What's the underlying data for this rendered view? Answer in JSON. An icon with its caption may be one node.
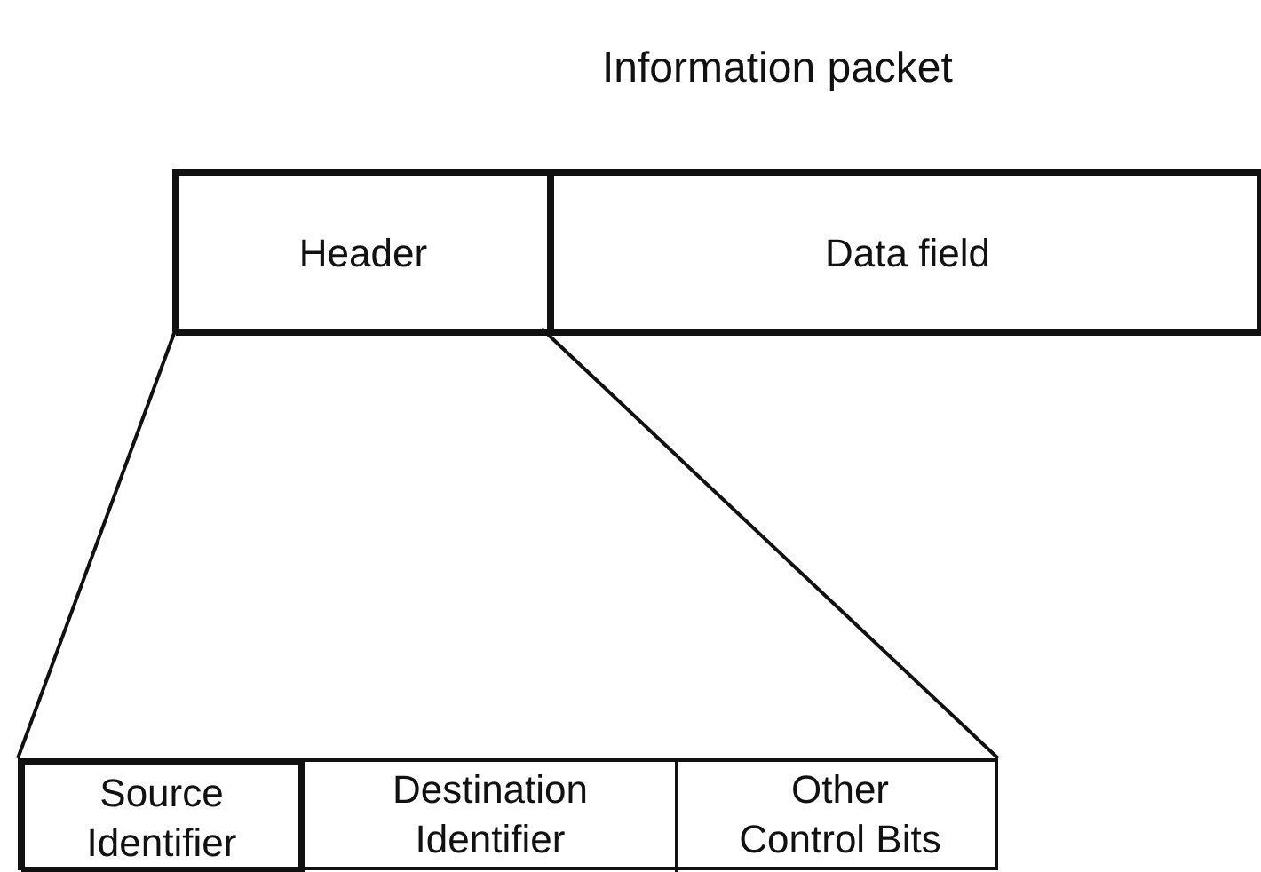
{
  "diagram": {
    "nodes": [
      {
        "text": [
          "Information packet"
        ]
      },
      {
        "text": [
          "Header"
        ],
        "in": 0
      },
      {
        "text": [
          "Data field"
        ],
        "in": 0
      },
      {
        "text": [],
        "shape": "box"
      },
      {
        "text": [
          "Source Identifier"
        ],
        "in": 3
      },
      {
        "text": [
          "Destination Identifier"
        ],
        "in": 3
      },
      {
        "text": [
          "Other Control Bits"
        ],
        "in": 3
      }
    ],
    "edges": [
      {
        "from": 1,
        "to": 3,
        "arrow": "none"
      },
      {
        "from": 1,
        "to": 3,
        "arrow": "none"
      }
    ]
  }
}
